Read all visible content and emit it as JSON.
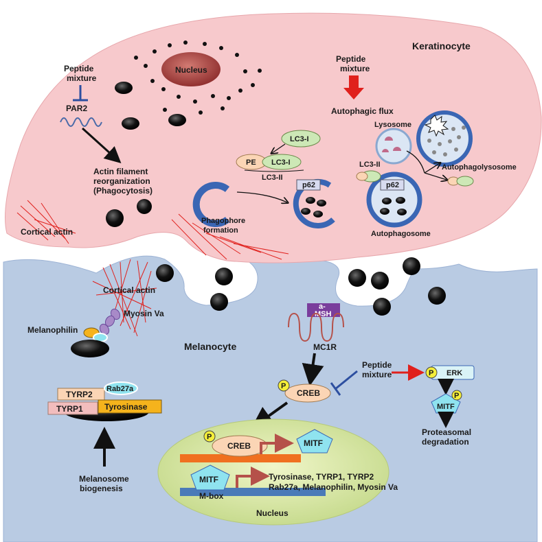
{
  "keratinocyte": {
    "cell_label": "Keratinocyte",
    "nucleus_label": "Nucleus",
    "peptide_top_left": [
      "Peptide",
      "mixture"
    ],
    "par2_label": "PAR2",
    "actin_reorg": [
      "Actin filament",
      "reorganization",
      "(Phagocytosis)"
    ],
    "cortical_actin": "Cortical actin",
    "peptide_center": [
      "Peptide",
      "mixture"
    ],
    "autophagic_flux": "Autophagic flux",
    "lc3_i": "LC3-I",
    "pe": "PE",
    "lc3_i_conj": "LC3-I",
    "lc3_ii": "LC3-II",
    "p62_mid": "p62",
    "phagophore": [
      "Phagophore",
      "formation"
    ],
    "lysosome": "Lysosome",
    "lc3_ii_right": "LC3-II",
    "p62_right": "p62",
    "autophagosome": "Autophagosome",
    "autophagolysosome": "Autophagolysosome"
  },
  "melanocyte": {
    "cell_label": "Melanocyte",
    "cortical_actin": "Cortical actin",
    "myosin": "Myosin Va",
    "melanophilin": "Melanophilin",
    "msh": [
      "a-",
      "MSH"
    ],
    "mc1r": "MC1R",
    "peptide_mid": [
      "Peptide",
      "mixture"
    ],
    "p_marker": "P",
    "creb_top": "CREB",
    "erk": "ERK",
    "mitf_right": "MITF",
    "proteasomal": [
      "Proteasomal",
      "degradation"
    ],
    "rab27a": "Rab27a",
    "tyrp2": "TYRP2",
    "tyrp1": "TYRP1",
    "tyrosinase": "Tyrosinase",
    "melanosome_biogenesis": [
      "Melanosome",
      "biogenesis"
    ],
    "nucleus": {
      "label": "Nucleus",
      "creb": "CREB",
      "mitf_target": "MITF",
      "mitf": "MITF",
      "genes": [
        "Tyrosinase, TYRP1, TYRP2",
        "Rab27a, Melanophilin, Myosin Va"
      ],
      "mbox": "M-box"
    }
  },
  "colors": {
    "keratinocyte_fill": "#f7c9cc",
    "melanocyte_fill": "#b7c9e2",
    "nucleus_fill": "#a33a3a",
    "arrow_red": "#e0201c",
    "inhibit_blue": "#2d4fa0",
    "lc3_green": "#cde8b6",
    "creb_peach": "#fbd5b5",
    "mitf_teal": "#8fe3ef",
    "tyrosinase_yellow": "#f5b31c",
    "tyrp_pink": "#f2bdbd",
    "nucleus_green": "#dbe9a4",
    "orange_bar": "#f07020",
    "mbox_blue": "#4a7ab8"
  }
}
